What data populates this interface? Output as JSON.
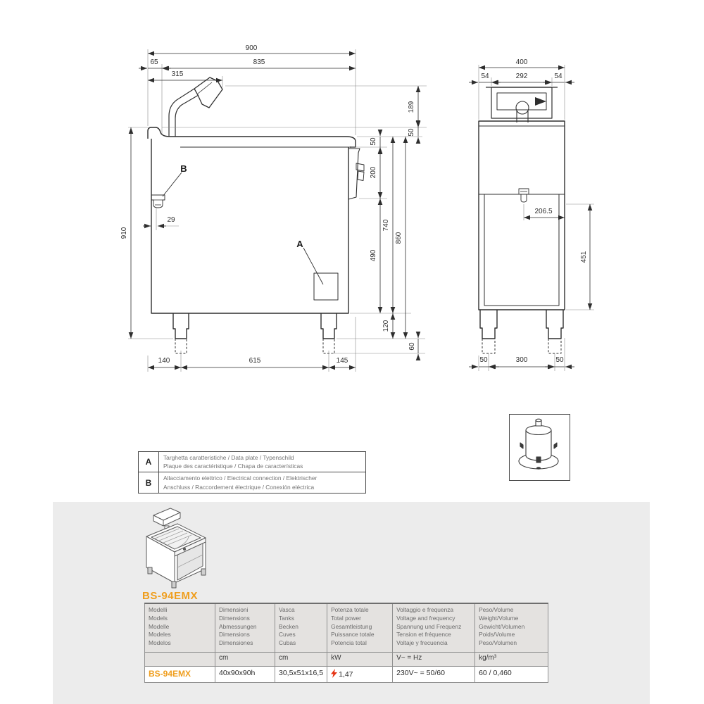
{
  "drawing": {
    "front": {
      "label_a": "A",
      "label_b": "B",
      "d900": "900",
      "d65": "65",
      "d835": "835",
      "d315": "315",
      "d189": "189",
      "d50_rim": "50",
      "d50_top": "50",
      "d200": "200",
      "d740": "740",
      "d860": "860",
      "d490": "490",
      "d910": "910",
      "d29": "29",
      "d120": "120",
      "d60": "60",
      "d140": "140",
      "d615": "615",
      "d145": "145"
    },
    "side": {
      "d400": "400",
      "d54_left": "54",
      "d292": "292",
      "d54_right": "54",
      "d206_5": "206.5",
      "d451": "451",
      "d50_left": "50",
      "d300": "300",
      "d50_right": "50"
    }
  },
  "legend": {
    "rows": [
      {
        "key": "A",
        "line1": "Targhetta caratteristiche / Data plate / Typenschild",
        "line2": "Plaque des caractéristique / Chapa de características"
      },
      {
        "key": "B",
        "line1": "Allacciamento elettrico / Electrical connection / Elektrischer",
        "line2": "Anschluss / Raccordement électrique / Conexión eléctrica"
      }
    ]
  },
  "product": {
    "model": "BS-94EMX"
  },
  "colors": {
    "accent_orange": "#ef9e1e",
    "bolt_red": "#e53212",
    "panel_gray": "#ececec",
    "line": "#2e2e2e"
  },
  "spec_table": {
    "columns": [
      {
        "lines": [
          "Modelli",
          "Models",
          "Modelle",
          "Modeles",
          "Modelos"
        ],
        "unit": "",
        "value": "BS-94EMX"
      },
      {
        "lines": [
          "Dimensioni",
          "Dimensions",
          "Abmessungen",
          "Dimensions",
          "Dimensiones"
        ],
        "unit": "cm",
        "value": "40x90x90h"
      },
      {
        "lines": [
          "Vasca",
          "Tanks",
          "Becken",
          "Cuves",
          "Cubas"
        ],
        "unit": "cm",
        "value": "30,5x51x16,5"
      },
      {
        "lines": [
          "Potenza totale",
          "Total power",
          "Gesamtleistung",
          "Puissance totale",
          "Potencia total"
        ],
        "unit": "kW",
        "value": "1,47"
      },
      {
        "lines": [
          "Voltaggio e frequenza",
          "Voltage and frequency",
          "Spannung und Frequenz",
          "Tension et fréquence",
          "Voltaje y frecuencia"
        ],
        "unit": "V~ = Hz",
        "value": "230V~ = 50/60"
      },
      {
        "lines": [
          "Peso/Volume",
          "Weight/Volume",
          "Gewicht/Volumen",
          "Poids/Volume",
          "Peso/Volumen"
        ],
        "unit": "kg/m³",
        "value": "60 / 0,460"
      }
    ]
  }
}
